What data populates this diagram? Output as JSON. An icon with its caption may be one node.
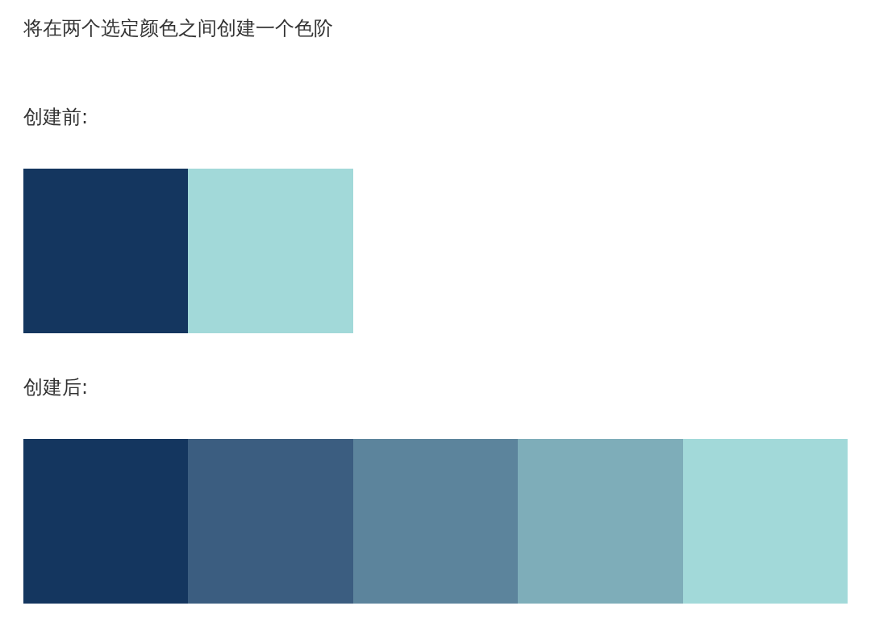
{
  "diagram": {
    "nodes": [
      {
        "text": [],
        "shape": "box"
      },
      {
        "text": [],
        "shape": "box"
      },
      {
        "text": [],
        "shape": "box"
      },
      {
        "text": [],
        "shape": "box"
      },
      {
        "text": [],
        "shape": "box"
      },
      {
        "text": [],
        "shape": "box"
      },
      {
        "text": [],
        "shape": "box"
      }
    ],
    "edges": [],
    "labels": [
      "将在两个选定颜色之间创建一个色阶",
      "创建前:",
      "创建后:"
    ]
  }
}
